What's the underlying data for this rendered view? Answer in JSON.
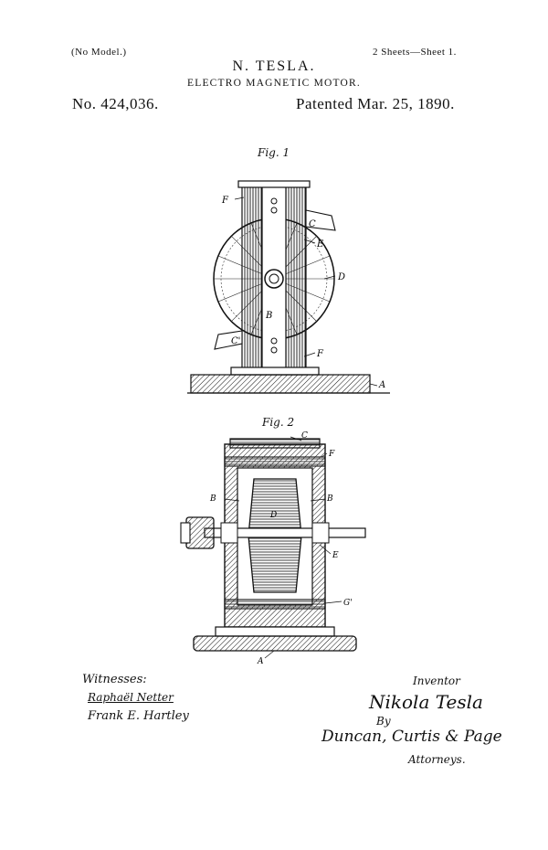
{
  "header": {
    "model_note": "(No Model.)",
    "sheet_note": "2 Sheets—Sheet 1.",
    "inventor_name": "N. TESLA.",
    "title": "ELECTRO MAGNETIC MOTOR.",
    "patent_number": "No. 424,036.",
    "patent_date": "Patented Mar. 25, 1890."
  },
  "fig1": {
    "caption": "Fig. 1",
    "labels": {
      "F_top": "F",
      "C": "C",
      "E": "E",
      "D": "D",
      "B": "B",
      "C1": "C'",
      "F_bot": "F",
      "A": "A"
    }
  },
  "fig2": {
    "caption": "Fig. 2",
    "labels": {
      "C": "C",
      "F": "F",
      "B_left": "B",
      "B_right": "B",
      "D": "D",
      "E": "E",
      "G": "G'",
      "A": "A"
    }
  },
  "footer": {
    "witnesses_label": "Witnesses:",
    "witness_1": "Raphaël Netter",
    "witness_2": "Frank E. Hartley",
    "inventor_label": "Inventor",
    "inventor_signature": "Nikola Tesla",
    "by_label": "By",
    "attorneys_signature": "Duncan, Curtis & Page",
    "attorneys_label": "Attorneys."
  }
}
